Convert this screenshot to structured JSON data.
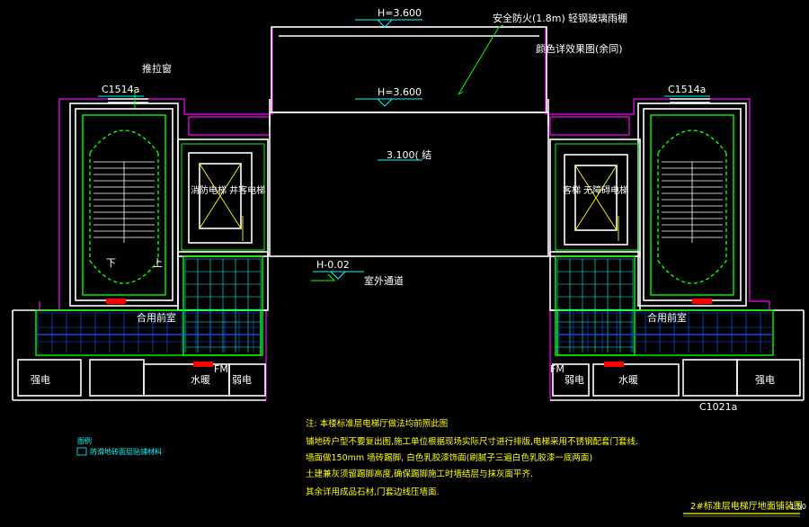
{
  "colors": {
    "background": "#000000",
    "wall": "#ffffff",
    "outline": "#ff00ff",
    "green": "#00ff00",
    "cyan": "#00ffff",
    "blue": "#0060ff",
    "yellow": "#ffff00",
    "red": "#ff0000"
  },
  "labels": {
    "elev_top": "H=3.600",
    "elev_canopy": "H=3.600",
    "safety_rail": "安全防火(1.8m)",
    "canopy_glass": "轻钢玻璃雨棚",
    "color_ref": "颜色详效果图(余同)",
    "canopy_struct": "3.100(  结",
    "sliding_window": "推拉窗",
    "window_left": "C1514a",
    "window_right": "C1514a",
    "elev_ground": "H-0.02",
    "outdoor_passage": "室外通道",
    "elevator_left": "消防电梯 井客电梯",
    "elevator_right": "客梯 无障碍电梯",
    "stair_down": "下",
    "stair_up": "上",
    "shared_lobby_left": "合用前室",
    "shared_lobby_right": "合用前室",
    "strong_elec_left": "强电",
    "water_left": "水暖",
    "weak_elec_left": "弱电",
    "fm_left": "FM",
    "strong_elec_right": "强电",
    "water_right": "水暖",
    "weak_elec_right": "弱电",
    "fm_right": "FM",
    "fm_window": "C1021a",
    "note_title": "注: 本楼标准层电梯厅做法均前照此图",
    "note_1": "铺地砖户型不要复出图,施工单位根据现场实际尺寸进行排版,电梯采用不锈钢配套门套线.",
    "note_2": "墙面做150mm 墙砖踢脚, 白色乳胶漆饰面(刷腻子三遍白色乳胶漆一底两面)",
    "note_3": "土建兼灰须留踢脚高度,确保踢脚施工时墙结层与抹灰面平齐.",
    "note_4": "其余详用成品石材,门套边线压墙面.",
    "legend_title": "图例",
    "legend_item": "防滑地砖面层贴铺材料",
    "drawing_title": "2#标准层电梯厅地面铺装图",
    "scale": "1:50"
  }
}
